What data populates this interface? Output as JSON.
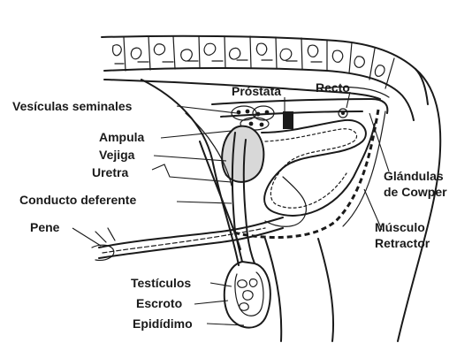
{
  "labels": {
    "prostata": "Próstata",
    "recto": "Recto",
    "vesiculas": "Vesículas seminales",
    "ampula": "Ampula",
    "vejiga": "Vejiga",
    "uretra": "Uretra",
    "conducto": "Conducto deferente",
    "pene": "Pene",
    "glandulas_1": "Glándulas",
    "glandulas_2": "de Cowper",
    "musculo_1": "Músculo",
    "musculo_2": "Retractor",
    "testiculos": "Testículos",
    "escroto": "Escroto",
    "epididimo": "Epidídimo"
  },
  "colors": {
    "ink": "#1a1a1a",
    "background": "#ffffff",
    "bladder_fill": "#d8d8d8"
  }
}
